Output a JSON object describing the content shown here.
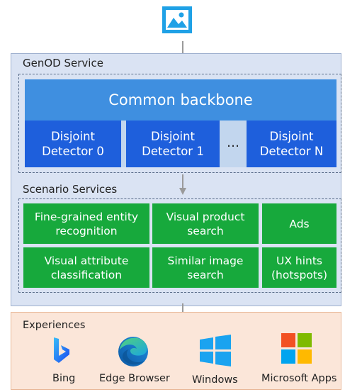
{
  "genod": {
    "title": "GenOD Service",
    "backbone": "Common backbone",
    "detectors": [
      {
        "line1": "Disjoint",
        "line2": "Detector 0"
      },
      {
        "line1": "Disjoint",
        "line2": "Detector 1"
      },
      {
        "line1": "Disjoint",
        "line2": "Detector N"
      }
    ],
    "ellipsis": "…"
  },
  "scenarios": {
    "title": "Scenario Services",
    "items": [
      {
        "line1": "Fine-grained entity",
        "line2": "recognition"
      },
      {
        "line1": "Visual product",
        "line2": "search"
      },
      {
        "line1": "Ads",
        "line2": ""
      },
      {
        "line1": "Visual attribute",
        "line2": "classification"
      },
      {
        "line1": "Similar image",
        "line2": "search"
      },
      {
        "line1": "UX hints",
        "line2": "(hotspots)"
      }
    ]
  },
  "experiences": {
    "title": "Experiences",
    "apps": [
      {
        "label": "Bing",
        "icon": "bing-logo-icon"
      },
      {
        "label": "Edge Browser",
        "icon": "edge-logo-icon"
      },
      {
        "label": "Windows",
        "icon": "windows-logo-icon"
      },
      {
        "label": "Microsoft Apps",
        "icon": "microsoft-logo-icon"
      }
    ]
  },
  "colors": {
    "service_bg": "#dae3f3",
    "backbone": "#3f8fe0",
    "detector": "#1e5fdc",
    "scenario": "#17a93c",
    "experiences_bg": "#fbe6d9"
  }
}
